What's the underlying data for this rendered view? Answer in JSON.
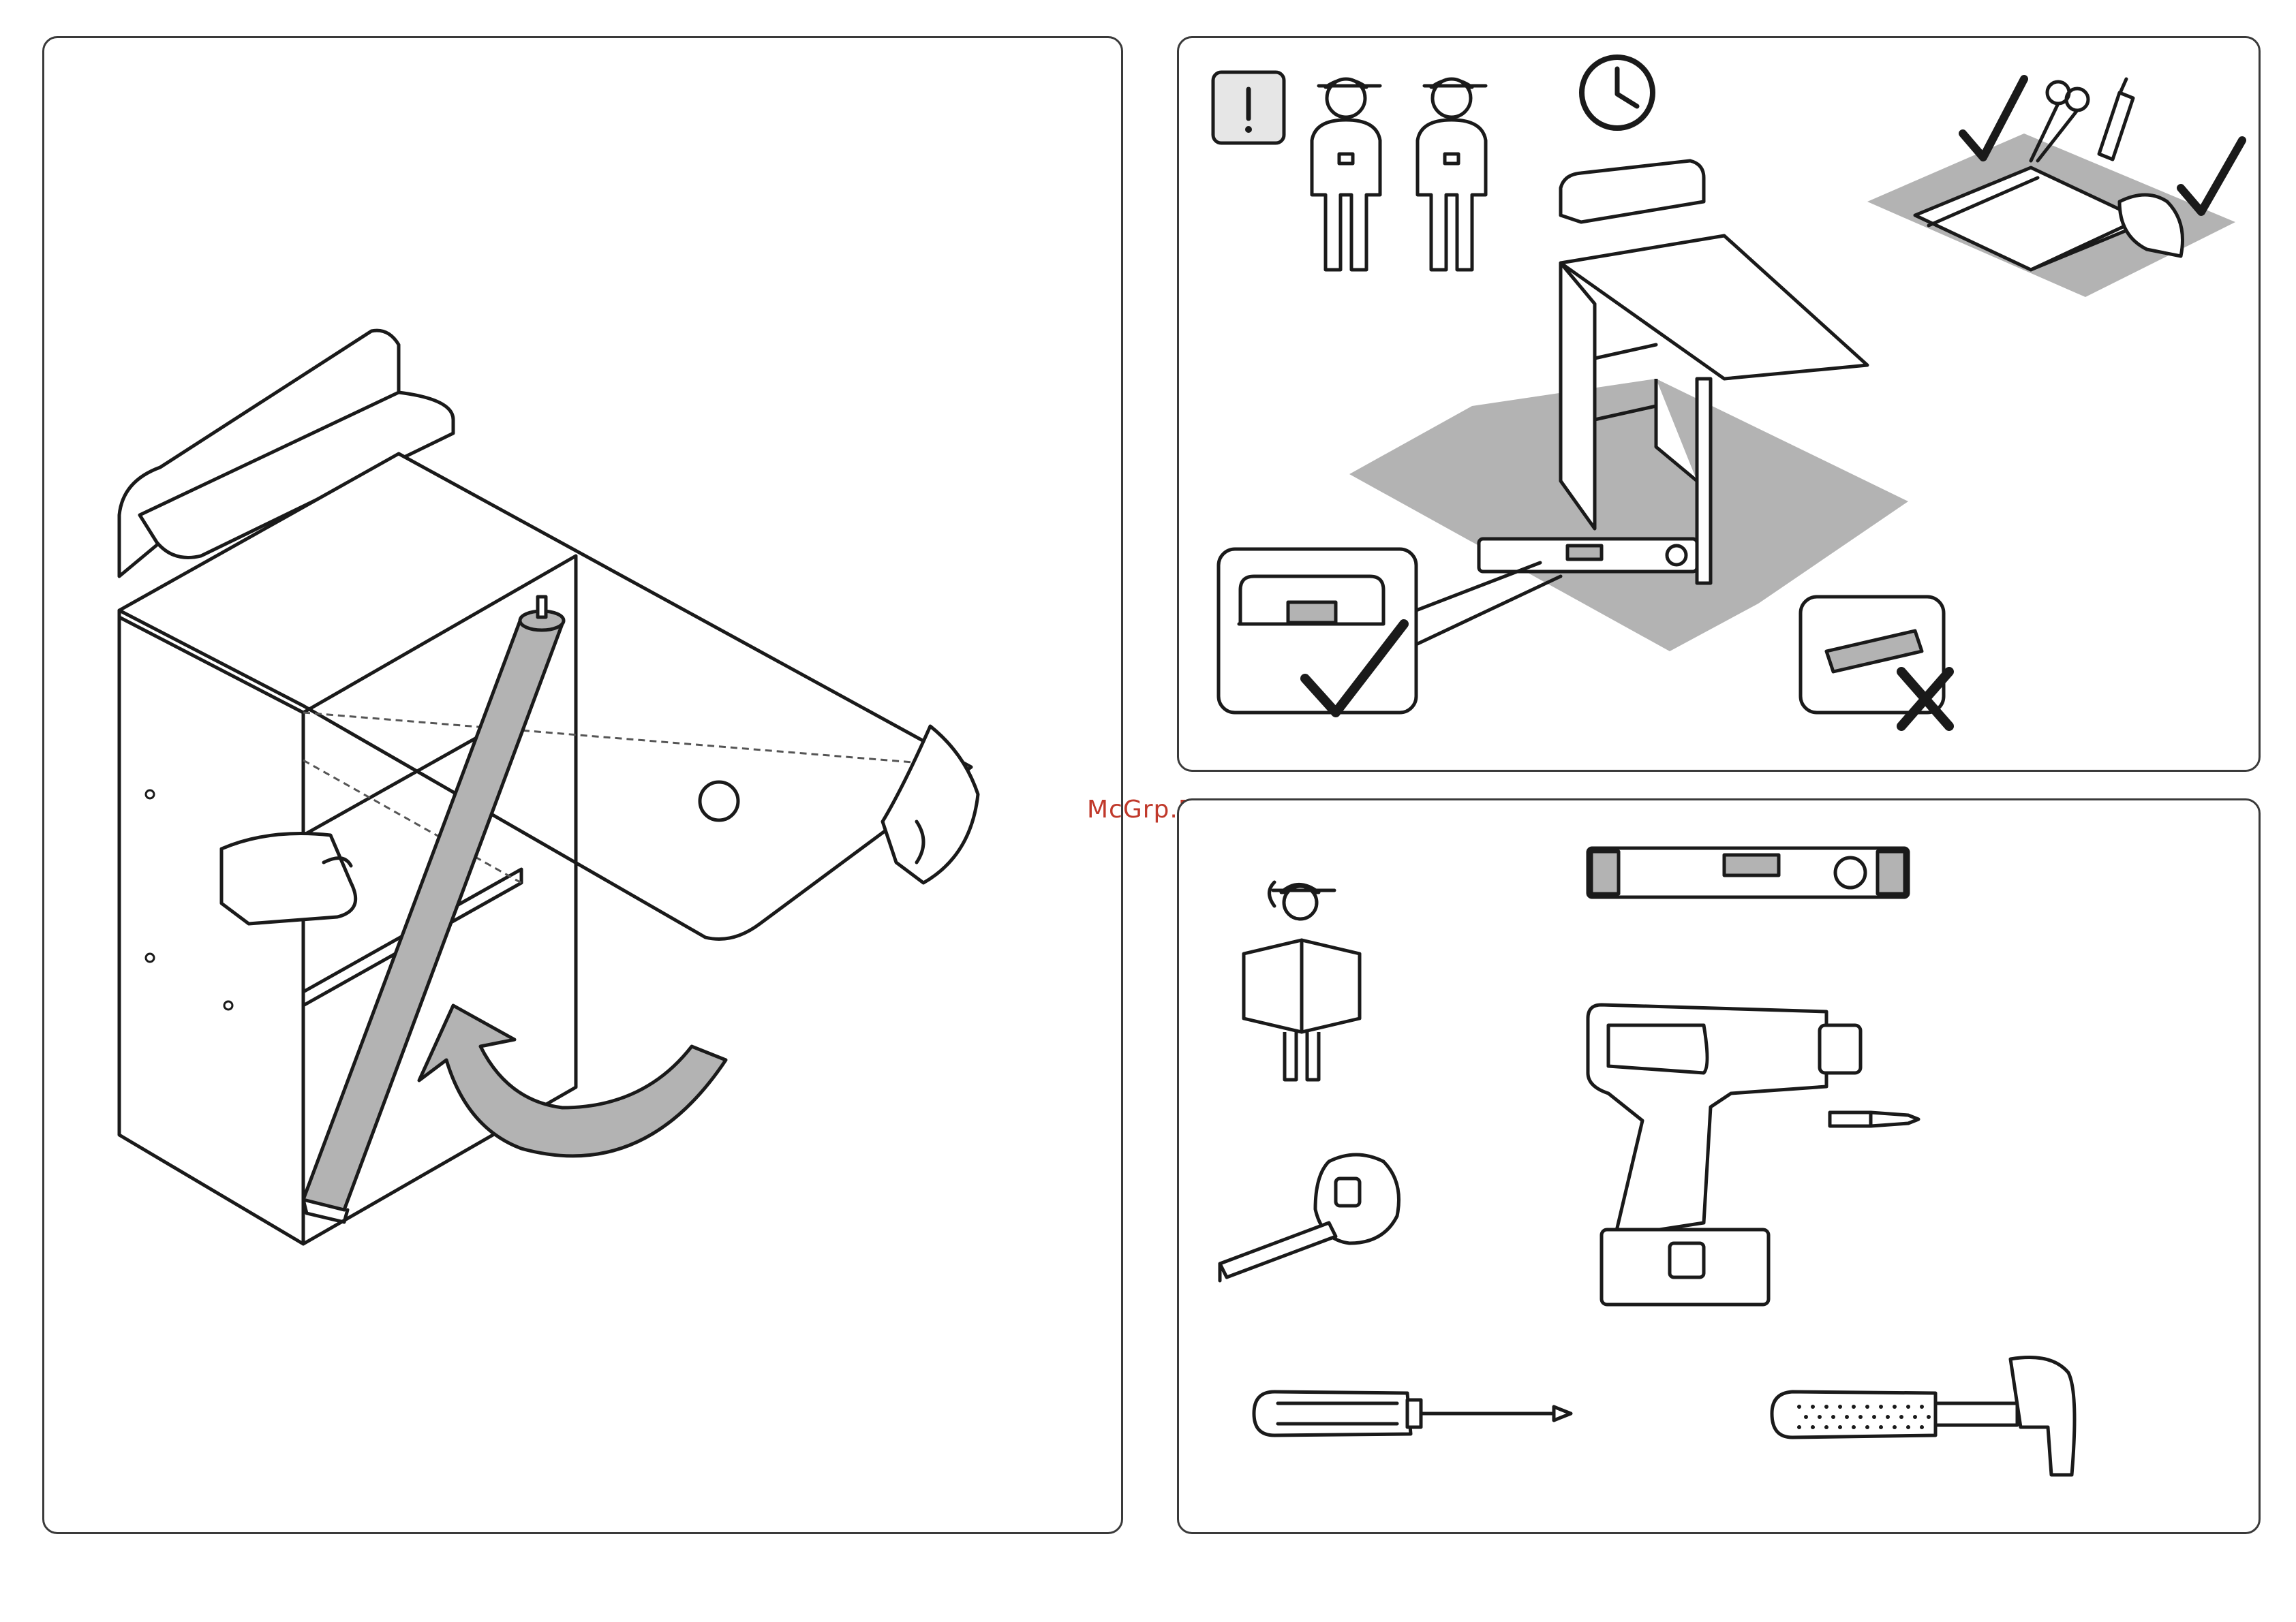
{
  "watermark": "McGrp.Ru",
  "footer": "",
  "panels": {
    "left": {
      "illustration": "desk-leg-attachment",
      "arrow": "rotate-arrow"
    },
    "top_right": {
      "warning_icon": "exclamation-icon",
      "people_icon": "two-persons-icon",
      "time_icon": "clock-icon",
      "tools_ok": [
        "scissors-icon",
        "utility-knife-icon"
      ],
      "level_status": {
        "correct": "checkmark-icon",
        "wrong": "cross-icon"
      }
    },
    "bottom_right": {
      "tools": [
        "spirit-level-icon",
        "drill-icon",
        "bit-icon",
        "tape-measure-icon",
        "screwdriver-icon",
        "hammer-icon"
      ],
      "manual_icon": "person-reading-manual-icon"
    }
  },
  "colors": {
    "gray_fill": "#b3b3b3",
    "line": "#1a1a1a",
    "watermark": "#c0392b"
  }
}
